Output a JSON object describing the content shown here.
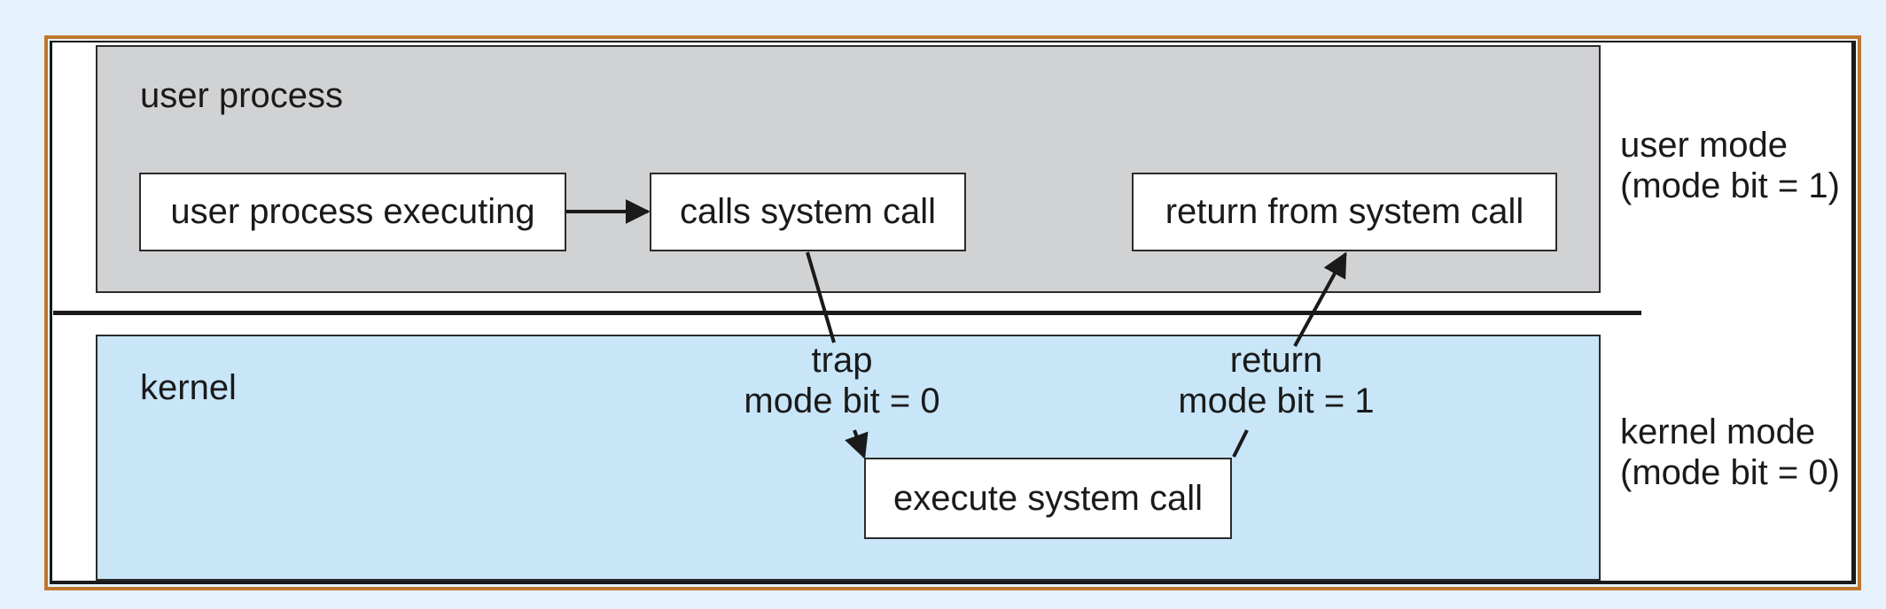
{
  "regions": {
    "user": {
      "label": "user process",
      "fill": "#d1d2d4"
    },
    "kernel": {
      "label": "kernel",
      "fill": "#c8e6f8"
    }
  },
  "boxes": {
    "user_process_executing": "user process executing",
    "calls_system_call": "calls system call",
    "return_from_system_call": "return from system call",
    "execute_system_call": "execute system call"
  },
  "transitions": {
    "trap": {
      "line1": "trap",
      "line2": "mode bit = 0"
    },
    "return": {
      "line1": "return",
      "line2": "mode bit = 1"
    }
  },
  "modes": {
    "user": {
      "line1": "user mode",
      "line2": "(mode bit = 1)"
    },
    "kernel": {
      "line1": "kernel mode",
      "line2": "(mode bit = 0)"
    }
  },
  "colors": {
    "background": "#e6f2fb",
    "frame_border": "#c0762e",
    "line": "#1a1a1a"
  }
}
